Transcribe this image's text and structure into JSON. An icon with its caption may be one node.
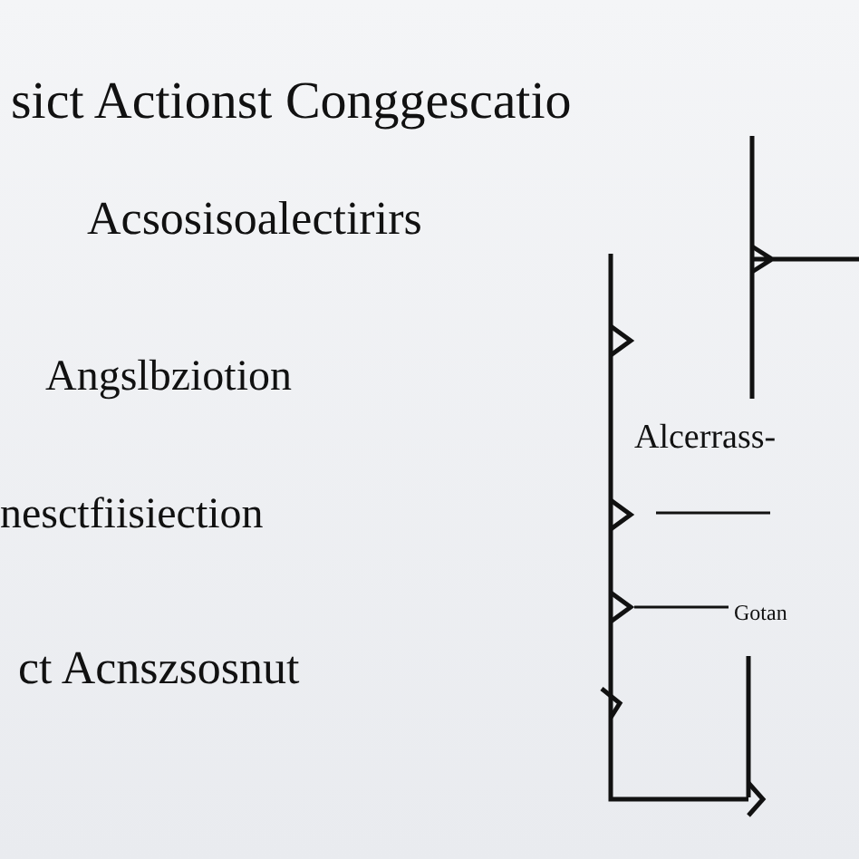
{
  "diagram": {
    "title": "sict Actionst Conggescatio",
    "labels": [
      "Acsosisoalectirirs",
      "Angslbziotion",
      "Alcerrass-",
      "nesctfiisiection",
      "Gotan",
      "ct Acnszsosnut"
    ]
  }
}
